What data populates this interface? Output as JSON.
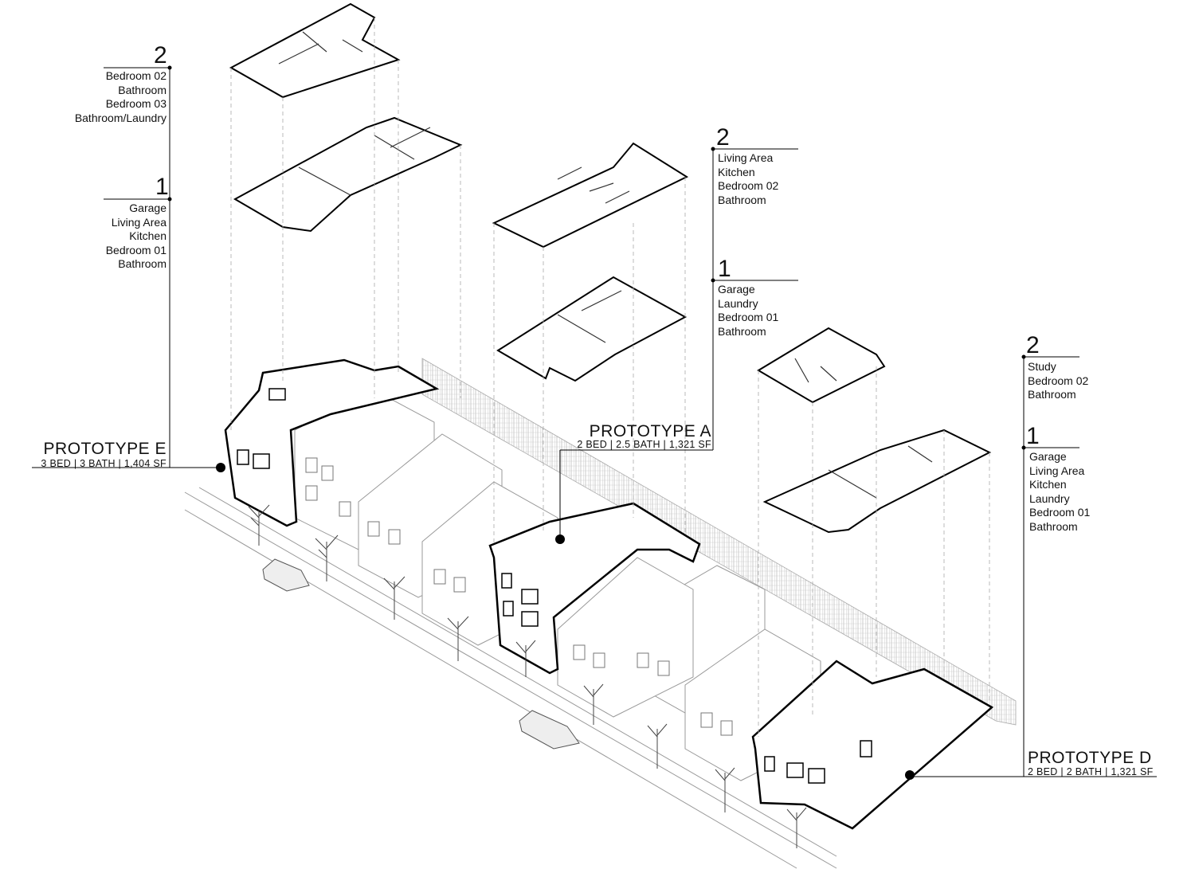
{
  "prototype_e": {
    "name": "PROTOTYPE E",
    "specs": "3 BED | 3 BATH | 1,404 SF",
    "level2": {
      "num": "2",
      "rooms": [
        "Bedroom 02",
        "Bathroom",
        "Bedroom 03",
        "Bathroom/Laundry"
      ]
    },
    "level1": {
      "num": "1",
      "rooms": [
        "Garage",
        "Living Area",
        "Kitchen",
        "Bedroom 01",
        "Bathroom"
      ]
    }
  },
  "prototype_a": {
    "name": "PROTOTYPE A",
    "specs": "2 BED | 2.5 BATH | 1,321 SF",
    "level2": {
      "num": "2",
      "rooms": [
        "Living Area",
        "Kitchen",
        "Bedroom 02",
        "Bathroom"
      ]
    },
    "level1": {
      "num": "1",
      "rooms": [
        "Garage",
        "Laundry",
        "Bedroom 01",
        "Bathroom"
      ]
    }
  },
  "prototype_d": {
    "name": "PROTOTYPE D",
    "specs": "2 BED | 2 BATH | 1,321 SF",
    "level2": {
      "num": "2",
      "rooms": [
        "Study",
        "Bedroom 02",
        "Bathroom"
      ]
    },
    "level1": {
      "num": "1",
      "rooms": [
        "Garage",
        "Living Area",
        "Kitchen",
        "Laundry",
        "Bedroom 01",
        "Bathroom"
      ]
    }
  }
}
